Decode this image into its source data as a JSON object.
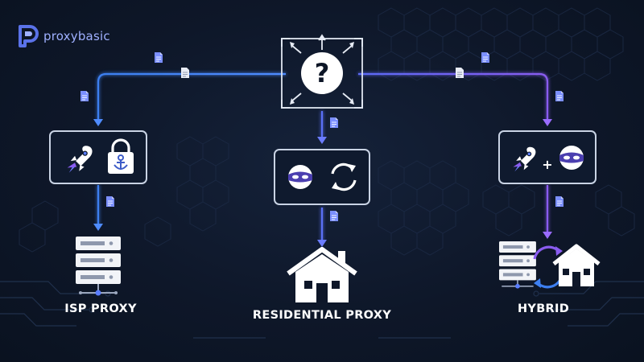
{
  "brand": {
    "name": "proxybasic",
    "accent": "#9fb0ff"
  },
  "colors": {
    "background": "#0c1526",
    "blue": "#3d7ff0",
    "purple": "#8a5cf0",
    "panel_stroke": "#c9d3e4"
  },
  "center": {
    "icon": "question-mark-icon",
    "symbol": "?"
  },
  "nodes": [
    {
      "id": "isp",
      "label": "ISP PROXY",
      "icons": [
        "rocket-icon",
        "lock-anchor-icon"
      ],
      "destination": "server-rack-icon"
    },
    {
      "id": "residential",
      "label": "RESIDENTIAL PROXY",
      "icons": [
        "masked-user-icon",
        "rotate-arrows-icon"
      ],
      "destination": "house-icon"
    },
    {
      "id": "hybrid",
      "label": "HYBRID",
      "icons": [
        "rocket-icon",
        "plus-sign",
        "masked-user-icon"
      ],
      "destination": "server-house-icon",
      "plus": "+"
    }
  ]
}
